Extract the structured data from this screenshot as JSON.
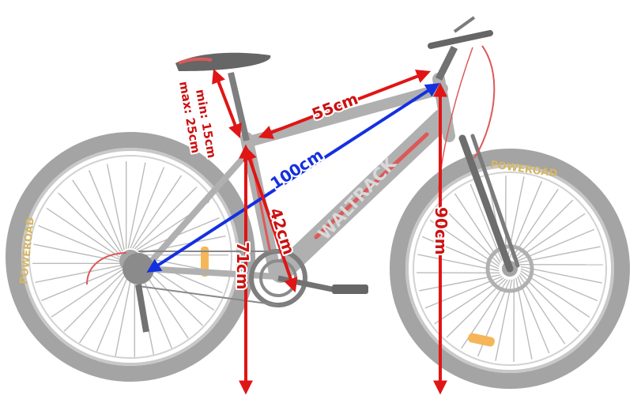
{
  "product": {
    "brand_tire": "POWEROAD",
    "frame_brand": "WALTRACK",
    "colors": {
      "frame": "#9a9a9a",
      "accent": "#d42a2a",
      "tire": "#8a8a8a",
      "rim": "#b0b0b0",
      "reflector": "#f2a12a"
    }
  },
  "measurements": {
    "seat_min": "min: 15cm",
    "seat_max": "max: 25cm",
    "top_tube": "55cm",
    "reach": "100cm",
    "seat_tube": "42cm",
    "standover": "71cm",
    "front_height": "90cm",
    "colors": {
      "red_arrow": "#e01515",
      "blue_arrow": "#1430e0",
      "red_label": "#cc1111",
      "blue_label": "#1430e0"
    }
  }
}
